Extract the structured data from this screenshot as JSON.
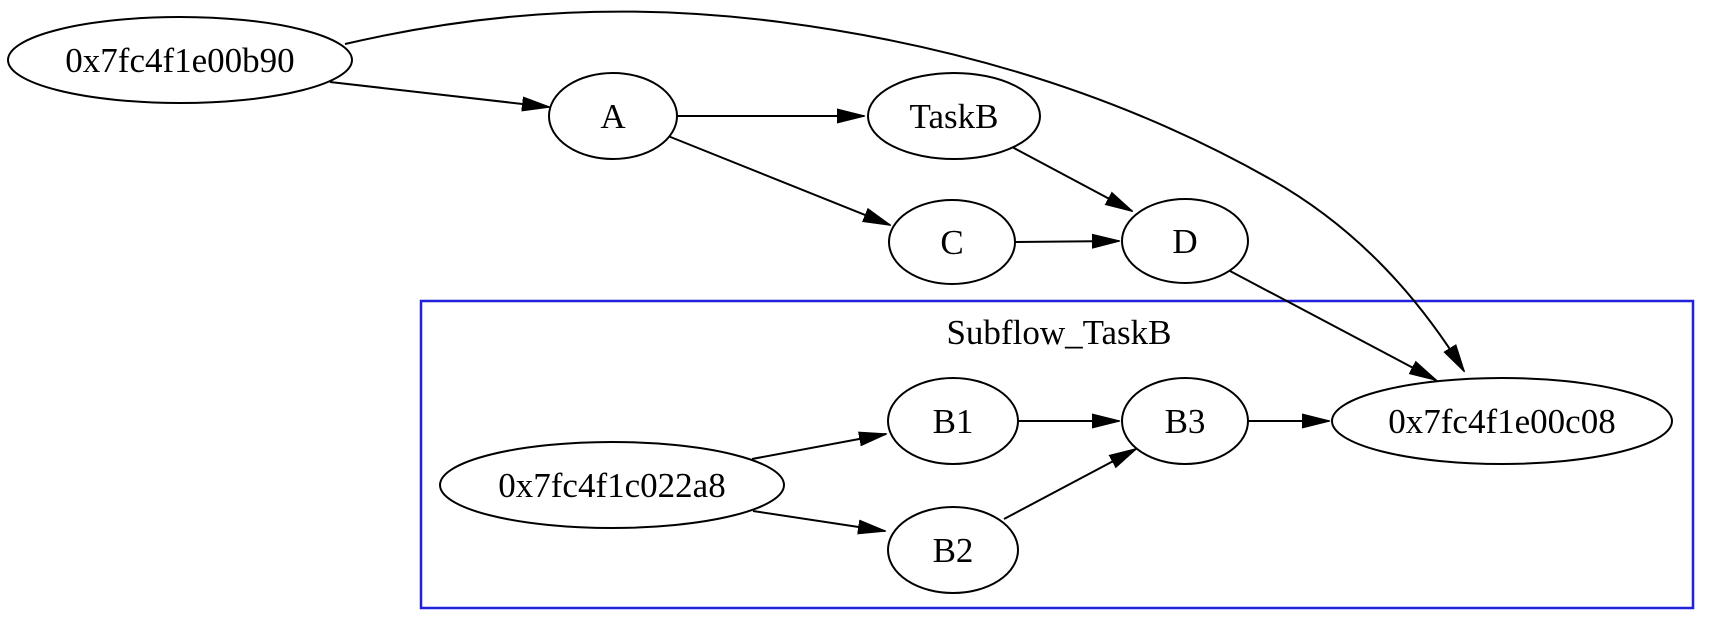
{
  "diagram": {
    "type": "taskflow-graph",
    "colors": {
      "edge": "#000000",
      "node_stroke": "#000000",
      "node_fill": "#ffffff",
      "cluster_border": "#2121dd",
      "text": "#000000"
    },
    "cluster": {
      "label": "Subflow_TaskB"
    },
    "nodes": {
      "start1": {
        "label": "0x7fc4f1e00b90",
        "shape": "ellipse"
      },
      "a": {
        "label": "A",
        "shape": "ellipse"
      },
      "taskb": {
        "label": "TaskB",
        "shape": "ellipse"
      },
      "c": {
        "label": "C",
        "shape": "ellipse"
      },
      "d": {
        "label": "D",
        "shape": "ellipse"
      },
      "start2": {
        "label": "0x7fc4f1c022a8",
        "shape": "ellipse"
      },
      "b1": {
        "label": "B1",
        "shape": "ellipse"
      },
      "b2": {
        "label": "B2",
        "shape": "ellipse"
      },
      "b3": {
        "label": "B3",
        "shape": "ellipse"
      },
      "end": {
        "label": "0x7fc4f1e00c08",
        "shape": "ellipse"
      }
    },
    "edges": [
      {
        "from": "0x7fc4f1e00b90",
        "to": "A"
      },
      {
        "from": "0x7fc4f1e00b90",
        "to": "0x7fc4f1e00c08"
      },
      {
        "from": "A",
        "to": "TaskB"
      },
      {
        "from": "A",
        "to": "C"
      },
      {
        "from": "TaskB",
        "to": "D"
      },
      {
        "from": "C",
        "to": "D"
      },
      {
        "from": "D",
        "to": "0x7fc4f1e00c08"
      },
      {
        "from": "0x7fc4f1c022a8",
        "to": "B1"
      },
      {
        "from": "0x7fc4f1c022a8",
        "to": "B2"
      },
      {
        "from": "B1",
        "to": "B3"
      },
      {
        "from": "B2",
        "to": "B3"
      },
      {
        "from": "B3",
        "to": "0x7fc4f1e00c08"
      }
    ]
  }
}
